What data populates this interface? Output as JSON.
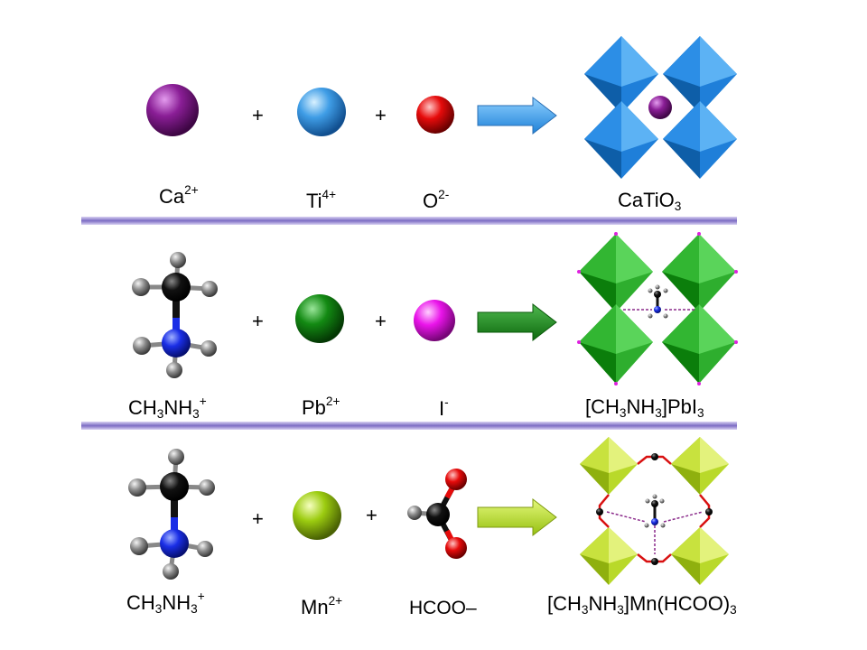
{
  "rows": [
    {
      "reactants": [
        {
          "base": "Ca",
          "sup": "2+",
          "color": "#8a1e96"
        },
        {
          "base": "Ti",
          "sup": "4+",
          "color": "#3f9de6"
        },
        {
          "base": "O",
          "sup": "2-",
          "color": "#e60b0b"
        }
      ],
      "product": {
        "parts": [
          {
            "t": "CaTiO"
          },
          {
            "sub": "3"
          }
        ]
      },
      "arrow_color": "#3aa2f2",
      "polyhedra_color": "#1f7fd9"
    },
    {
      "reactants": [
        {
          "parts": [
            {
              "t": "CH"
            },
            {
              "sub": "3"
            },
            {
              "t": "NH"
            },
            {
              "sub": "3"
            },
            {
              "sup": "+"
            }
          ]
        },
        {
          "base": "Pb",
          "sup": "2+",
          "color": "#138a13"
        },
        {
          "base": "I",
          "sup": "-",
          "color": "#ea14ea"
        }
      ],
      "product": {
        "parts": [
          {
            "t": "[CH"
          },
          {
            "sub": "3"
          },
          {
            "t": "NH"
          },
          {
            "sub": "3"
          },
          {
            "t": "]PbI"
          },
          {
            "sub": "3"
          }
        ]
      },
      "arrow_color": "#1c8a1c",
      "polyhedra_color": "#2eae2e"
    },
    {
      "reactants": [
        {
          "parts": [
            {
              "t": "CH"
            },
            {
              "sub": "3"
            },
            {
              "t": "NH"
            },
            {
              "sub": "3"
            },
            {
              "sup": "+"
            }
          ]
        },
        {
          "base": "Mn",
          "sup": "2+",
          "color": "#9ccc10"
        },
        {
          "text": "HCOO–"
        }
      ],
      "product": {
        "parts": [
          {
            "t": "[CH"
          },
          {
            "sub": "3"
          },
          {
            "t": "NH"
          },
          {
            "sub": "3"
          },
          {
            "t": "]Mn(HCOO)"
          },
          {
            "sub": "3"
          }
        ]
      },
      "arrow_color": "#b2e01a",
      "polyhedra_color": "#b9d92a"
    }
  ],
  "plus_symbol": "+",
  "atom_colors": {
    "carbon": "#111111",
    "nitrogen": "#1a2ee6",
    "hydrogen": "#8a8a8a",
    "oxygen": "#e60b0b"
  },
  "divider_color": "#8878c8"
}
